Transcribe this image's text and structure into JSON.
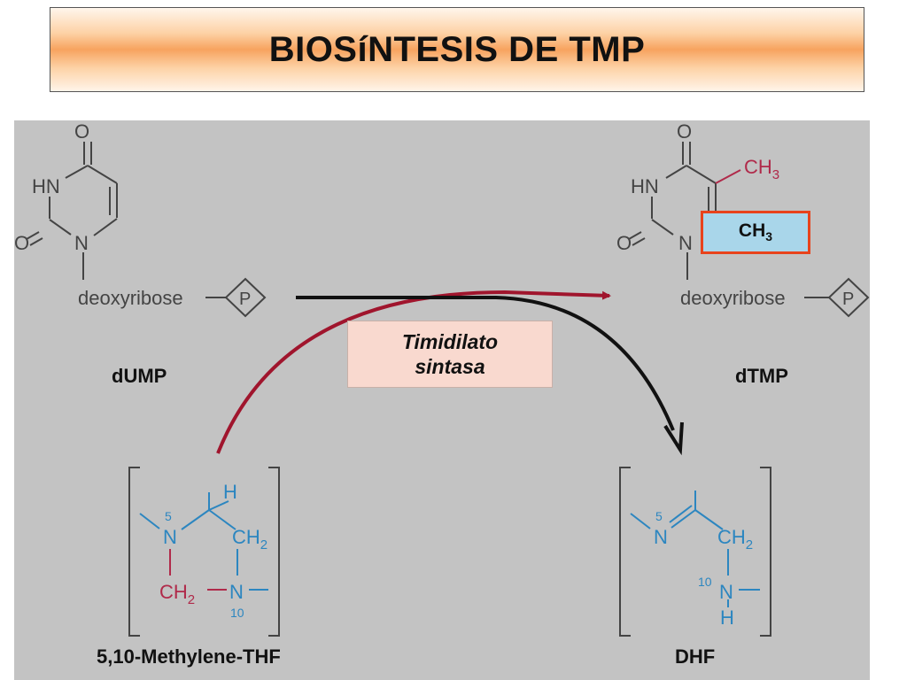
{
  "title": "BIOSíNTESIS DE TMP",
  "enzyme": {
    "line1": "Timidilato",
    "line2": "sintasa"
  },
  "ch3_box": {
    "base": "CH",
    "sub": "3"
  },
  "dump": {
    "label": "dUMP",
    "atoms": {
      "o_top": "O",
      "hn": "HN",
      "o_left": "O",
      "n": "N",
      "sugar": "deoxyribose",
      "phosphate": "P"
    }
  },
  "dtmp": {
    "label": "dTMP",
    "atoms": {
      "o_top": "O",
      "hn": "HN",
      "o_left": "O",
      "n": "N",
      "ch3": "CH",
      "ch3_sub": "3",
      "sugar": "deoxyribose",
      "phosphate": "P"
    }
  },
  "thf": {
    "label": "5,10-Methylene-THF",
    "atoms": {
      "h": "H",
      "n5": "N",
      "n5_num": "5",
      "ch2_right": "CH",
      "ch2_right_sub": "2",
      "ch2_bottom": "CH",
      "ch2_bottom_sub": "2",
      "n10": "N",
      "n10_num": "10"
    }
  },
  "dhf": {
    "label": "DHF",
    "atoms": {
      "n5": "N",
      "n5_num": "5",
      "ch2": "CH",
      "ch2_sub": "2",
      "n10": "N",
      "n10_num": "10",
      "h": "H"
    }
  },
  "colors": {
    "panel": "#c3c3c3",
    "red_arrow": "#a0152d",
    "black_arrow": "#111111",
    "blue": "#2c86c0",
    "ch3_border": "#e8431c",
    "ch3_fill": "#a9d6ea",
    "enzyme_fill": "#f9d9cf"
  }
}
